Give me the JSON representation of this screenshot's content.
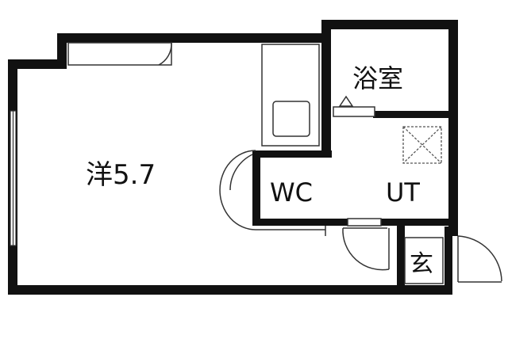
{
  "floor_plan": {
    "rooms": {
      "western_room": "洋5.7",
      "bathroom": "浴室",
      "toilet": "WC",
      "utility": "UT",
      "entrance": "玄"
    }
  },
  "colors": {
    "wall": "#111111",
    "line": "#333333",
    "background": "#ffffff"
  }
}
